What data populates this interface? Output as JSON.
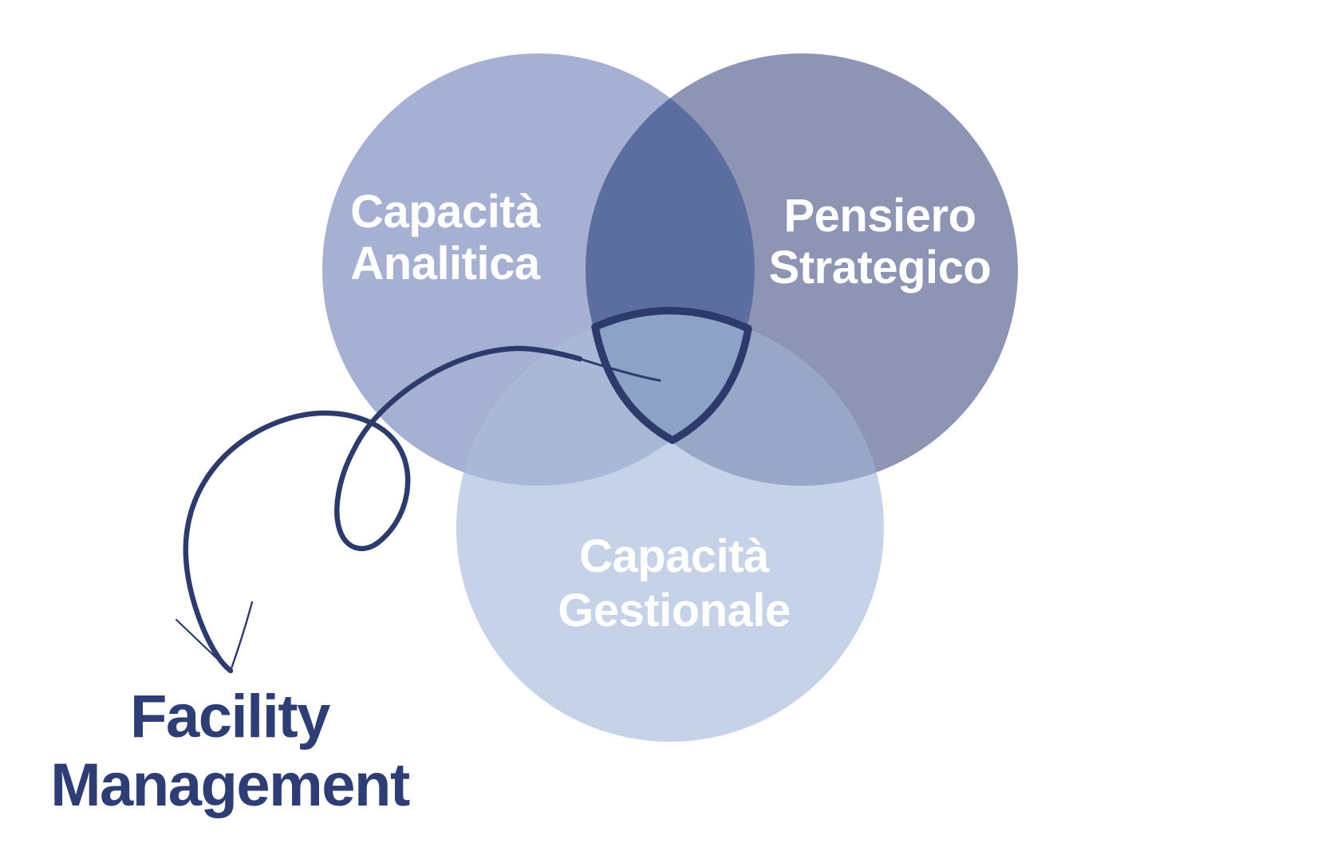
{
  "diagram": {
    "background": "#ffffff",
    "circles": [
      {
        "name": "capacita-analitica",
        "label": [
          "Capacità",
          "Analitica"
        ],
        "fill": "#a6b0d2",
        "text_color": "#ffffff"
      },
      {
        "name": "pensiero-strategico",
        "label": [
          "Pensiero",
          "Strategico"
        ],
        "fill": "#8d94b4",
        "text_color": "#ffffff"
      },
      {
        "name": "capacita-gestionale",
        "label": [
          "Capacità",
          "Gestionale"
        ],
        "fill": "#c6d2e8",
        "text_color": "#ffffff"
      }
    ],
    "overlaps": {
      "analitica_strategico": "#5c6da0",
      "analitica_gestionale": "#aab8d8",
      "strategico_gestionale": "#98a6c7",
      "center_fill": "#8da2c7",
      "center_stroke": "#2c3b6c"
    },
    "arrow": {
      "color": "#2c3b6c"
    },
    "result_label": {
      "lines": [
        "Facility",
        "Management"
      ],
      "color": "#2e3e74"
    }
  }
}
